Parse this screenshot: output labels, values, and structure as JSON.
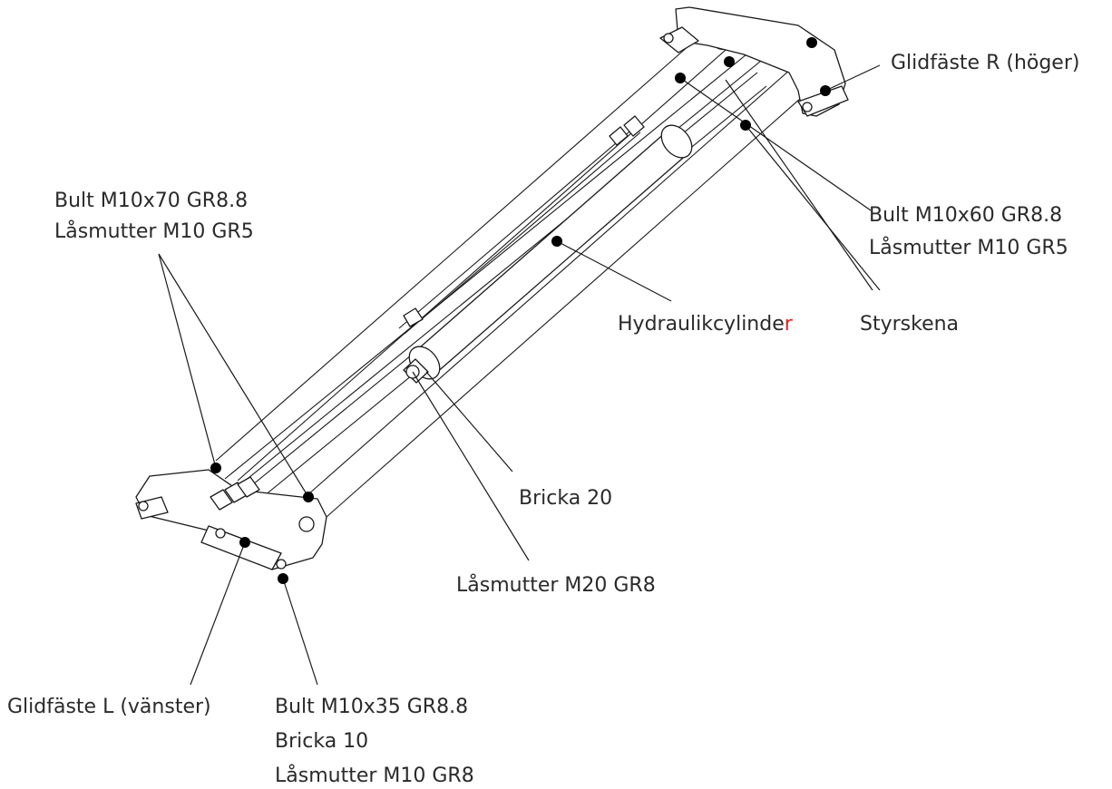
{
  "colors": {
    "ink": "#1a1a1a",
    "text": "#2a2a2a",
    "accent": "#e0201a",
    "background": "#ffffff"
  },
  "labels": {
    "glidfaste_r": "Glidfäste R (höger)",
    "bult_m10x70": "Bult M10x70 GR8.8",
    "lasmutter_m10_gr5_left": "Låsmutter M10 GR5",
    "bult_m10x60": "Bult M10x60 GR8.8",
    "lasmutter_m10_gr5_right": "Låsmutter M10 GR5",
    "hydraulikcylinder_main": "Hydraulikcylinde",
    "hydraulikcylinder_last": "r",
    "styrskena": "Styrskena",
    "bricka_20": "Bricka 20",
    "lasmutter_m20": "Låsmutter M20 GR8",
    "glidfaste_l": "Glidfäste L (vänster)",
    "bult_m10x35": "Bult M10x35 GR8.8",
    "bricka_10": "Bricka 10",
    "lasmutter_m10_gr8": "Låsmutter M10 GR8"
  }
}
